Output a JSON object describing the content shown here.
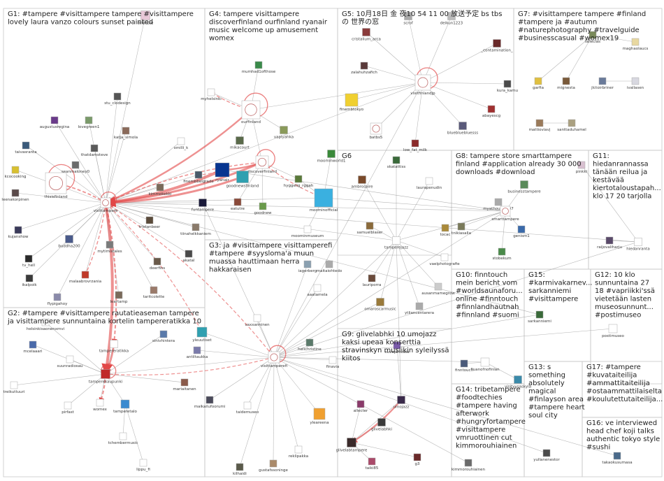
{
  "groups": [
    {
      "id": "G1",
      "lines": [
        "G1: #tampere #visittampere tampere #visittampere",
        "lovely laura vanzo colours sunset painted"
      ]
    },
    {
      "id": "G2",
      "lines": [
        "G2: #tampere #visittampere rautatieaseman tampere",
        "ja visittampere sunnuntaina kortelin tampereratikka 10"
      ]
    },
    {
      "id": "G3",
      "lines": [
        "G3: ja #visittampere visittamperefi",
        "#tampere #syysloma'a muun",
        "muassa hauttimaan herra",
        "hakkaraisen"
      ]
    },
    {
      "id": "G4",
      "lines": [
        "G4: tampere visittampere",
        "discoverfinland ourfinland ryanair",
        "music welcome up amusement",
        "womex"
      ]
    },
    {
      "id": "G5",
      "lines": [
        "G5: 10月18日 金 夜10 54 11 00 放送予定 bs tbs",
        "の 世界の窓"
      ]
    },
    {
      "id": "G6",
      "lines": [
        "G6"
      ]
    },
    {
      "id": "G7",
      "lines": [
        "G7: #visittampere tampere #finland",
        "#tampere ja #autumn",
        "#naturephotography #travelguide",
        "#businesscasual #womex19"
      ]
    },
    {
      "id": "G8",
      "lines": [
        "G8: tampere store smarttampere",
        "finland #application already 30 000",
        "downloads #download"
      ]
    },
    {
      "id": "G9",
      "lines": [
        "G9: glivelabhki 10 umojazz",
        "kaksi upeaa konserttia",
        "stravinskyn musiikin syleilyssä",
        "kiitos"
      ]
    },
    {
      "id": "G10",
      "lines": [
        "G10: finntouch",
        "mein bericht vom",
        "#worldsaunaforu...",
        "online #finntouch",
        "#finnlandhautnah",
        "#finnland #suomi"
      ]
    },
    {
      "id": "G11",
      "lines": [
        "G11:",
        "hiedanrannassa",
        "tänään reilua ja",
        "kestävää",
        "kiertotaloustapah...",
        "klo 17 20 tarjolla"
      ]
    },
    {
      "id": "G12",
      "lines": [
        "G12: 10 klo",
        "sunnuntaina 27",
        "18 #vapriikki'ssä",
        "vietetään lasten",
        "museosunnunt...",
        "#postimuseo"
      ]
    },
    {
      "id": "G13",
      "lines": [
        "G13: s",
        "something",
        "absolutely",
        "magical",
        "#finlayson area",
        "#tampere heart",
        "soul city"
      ]
    },
    {
      "id": "G14",
      "lines": [
        "G14: tribetampere",
        "#foodtechies",
        "#tampere having",
        "afterwork",
        "#hungryfortampere",
        "#visittampere",
        "vmruottinen cut",
        "kimmorouhiainen"
      ]
    },
    {
      "id": "G15",
      "lines": [
        "G15:",
        "#karmivakarnev...",
        "sarkanniemi",
        "#visittampere"
      ]
    },
    {
      "id": "G16",
      "lines": [
        "G16: ve interviewed",
        "head chef koji talks",
        "authentic tokyo style",
        "#sushi"
      ]
    },
    {
      "id": "G17",
      "lines": [
        "G17: #tampere",
        "#kuvataiteilija",
        "#ammattitaiteilija",
        "#ostaammattilaiselta",
        "#koulutettutaiteilija..."
      ]
    }
  ],
  "nodes": [
    {
      "id": "dribbble",
      "label": "dribbble",
      "color": "#e8c8d8"
    },
    {
      "id": "stu_clodesign",
      "label": "stu_clodesign",
      "color": "#555555"
    },
    {
      "id": "augustusregina",
      "label": "augustusregina",
      "color": "#6a3a8a"
    },
    {
      "id": "lovegreen1",
      "label": "lovegreen1",
      "color": "#7a9a6a"
    },
    {
      "id": "katja_simola",
      "label": "katja_simola",
      "color": "#8a6a5a"
    },
    {
      "id": "thatdamsteve",
      "label": "thatdamsteve",
      "color": "#5a5a5a"
    },
    {
      "id": "xmilli_k",
      "label": "xmilli_k",
      "color": "#ffffff"
    },
    {
      "id": "taivasranta",
      "label": "taivasranta",
      "color": "#3a5a7a"
    },
    {
      "id": "seanmaloney0",
      "label": "seanmaloney0",
      "color": "#6a6a6a"
    },
    {
      "id": "kcocooking",
      "label": "kcocooking",
      "color": "#d8c030"
    },
    {
      "id": "thisisfinland",
      "label": "thisisfinland",
      "color": "#ffffff"
    },
    {
      "id": "leenakorpinen",
      "label": "leenakorpinen",
      "color": "#5a4a4a"
    },
    {
      "id": "visittampere",
      "label": "visittampere",
      "color": "#ffffff"
    },
    {
      "id": "kimmokekki",
      "label": "kimmokekki",
      "color": "#7a6a5a"
    },
    {
      "id": "kujanshow",
      "label": "kujanshow",
      "color": "#3a3a5a"
    },
    {
      "id": "buddha200",
      "label": "buddha200",
      "color": "#4a5a8a"
    },
    {
      "id": "mytimistales",
      "label": "mytimistales",
      "color": "#7a7a7a"
    },
    {
      "id": "tv_hell",
      "label": "tv_hell",
      "color": "#2a2a2a"
    },
    {
      "id": "malaabrovrzania",
      "label": "malaabrovrzania",
      "color": "#c03a2a"
    },
    {
      "id": "tristanbeer",
      "label": "tristanbeer",
      "color": "#5a4a3a"
    },
    {
      "id": "tiinahelkkaniem",
      "label": "tiinahelkkaniem",
      "color": "#8a7a6a"
    },
    {
      "id": "ikalpoik",
      "label": "ikalpoik",
      "color": "#3a3a3a"
    },
    {
      "id": "deerfins",
      "label": "deerfins",
      "color": "#6a5a4a"
    },
    {
      "id": "akatal",
      "label": "akatal",
      "color": "#4a4a4a"
    },
    {
      "id": "flypigahoy",
      "label": "flypigahoy",
      "color": "#8a8aaa"
    },
    {
      "id": "leartamp",
      "label": "leartamp",
      "color": "#7a6a5a"
    },
    {
      "id": "taritcolette",
      "label": "taritcolette",
      "color": "#9a7a6a"
    },
    {
      "id": "funtampere",
      "label": "funtampere",
      "color": "#1a1a3a"
    },
    {
      "id": "myhelsinki",
      "label": "myhelsinki",
      "color": "#ffffff"
    },
    {
      "id": "ourfinland",
      "label": "ourfinland",
      "color": "#ffffff"
    },
    {
      "id": "mumhad1ofthose",
      "label": "mumhad1ofthose",
      "color": "#3a8a4a"
    },
    {
      "id": "vaplyahka",
      "label": "vaplyahka",
      "color": "#8a9a5a"
    },
    {
      "id": "mikacourt",
      "label": "mikacourt",
      "color": "#5a6a4a"
    },
    {
      "id": "discoverfinland",
      "label": "discoverfinland",
      "color": "#ffffff"
    },
    {
      "id": "finembbelgrade",
      "label": "finembbelgrade",
      "color": "#4a5a6a"
    },
    {
      "id": "ryanair",
      "label": "ryanair",
      "color": "#073590"
    },
    {
      "id": "goodnewsfinland",
      "label": "goodnewsfinland",
      "color": "#30a0b0"
    },
    {
      "id": "hyggelig_rggah",
      "label": "hyggelig_rggah",
      "color": "#5a7a3a"
    },
    {
      "id": "eatutre",
      "label": "eatutre",
      "color": "#8a4a3a"
    },
    {
      "id": "goodnew",
      "label": "goodnew",
      "color": "#6a9a4a"
    },
    {
      "id": "moominmuseum",
      "label": "moominmuseum",
      "color": "#ffffff"
    },
    {
      "id": "moominworld1",
      "label": "moominworld1",
      "color": "#3a8a3a"
    },
    {
      "id": "moominofficial",
      "label": "moominofficial",
      "color": "#3ab0e0"
    },
    {
      "id": "cristalium_arca",
      "label": "cristalium_arca",
      "color": "#8a3a3a"
    },
    {
      "id": "scrof",
      "label": "scrof",
      "color": "#aaaaaa"
    },
    {
      "id": "deikun1223",
      "label": "deikun1223",
      "color": "#bbbbbb"
    },
    {
      "id": "zalahuhzafich",
      "label": "zalahuhzafich",
      "color": "#5a3a3a"
    },
    {
      "id": "contamination",
      "label": "_contamination_",
      "color": "#6a2a2a"
    },
    {
      "id": "finembtokyo",
      "label": "finembtokyo",
      "color": "#f0d030"
    },
    {
      "id": "visitfinlandjp",
      "label": "visitfinlandjp",
      "color": "#ffffff"
    },
    {
      "id": "kura_kamu",
      "label": "kura_kamu",
      "color": "#4a4a4a"
    },
    {
      "id": "abayescg",
      "label": "abayescg",
      "color": "#a03030"
    },
    {
      "id": "bsbs5",
      "label": "batbs5",
      "color": "#ffffff"
    },
    {
      "id": "blueblueblues",
      "label": "bluebluebluesss",
      "color": "#5a5a7a"
    },
    {
      "id": "low_fat_milk",
      "label": "low_fat_milk",
      "color": "#8a2a2a"
    },
    {
      "id": "skatattiss",
      "label": "skatattiss",
      "color": "#3a6a3a"
    },
    {
      "id": "ambrosaire",
      "label": "ambrosaire",
      "color": "#7a4a2a"
    },
    {
      "id": "laurapenudin",
      "label": "laurapenudin",
      "color": "#ffffff"
    },
    {
      "id": "samuelblaser",
      "label": "samuelblaser",
      "color": "#8a6a3a"
    },
    {
      "id": "tamperejazz",
      "label": "tamperejazz",
      "color": "#ffffff"
    },
    {
      "id": "lauriporra",
      "label": "lauriporra",
      "color": "#6a4a3a"
    },
    {
      "id": "omaroscarmusic",
      "label": "omaroscarmusic",
      "color": "#9a7a3a"
    },
    {
      "id": "ytliancentarera",
      "label": "ytliancentarera",
      "color": "#aaaaaa"
    },
    {
      "id": "ausanmamegrow",
      "label": "ausanmamegrow",
      "color": "#cccccc"
    },
    {
      "id": "vaelphotografie",
      "label": "vaelphotografie",
      "color": "#ffffff"
    },
    {
      "id": "maitaiohtedo",
      "label": "maitaiohtedo",
      "color": "#aaaaaa"
    },
    {
      "id": "myathours2007",
      "label": "myathours2007",
      "color": "#aaaaaa"
    },
    {
      "id": "businesstampere",
      "label": "businesstampere",
      "color": "#5a8a5a"
    },
    {
      "id": "smarttampere",
      "label": "smarttampere",
      "color": "#ffffff"
    },
    {
      "id": "genism1",
      "label": "genism1",
      "color": "#3a6aaa"
    },
    {
      "id": "tocac",
      "label": "tocac",
      "color": "#aa8a3a"
    },
    {
      "id": "tnikiasalla",
      "label": "tnikiasalla",
      "color": "#7a7a5a"
    },
    {
      "id": "stobekum",
      "label": "stobekum",
      "color": "#4a8a4a"
    },
    {
      "id": "garfia",
      "label": "garfia",
      "color": "#e0c040"
    },
    {
      "id": "mignesta",
      "label": "mignesta",
      "color": "#7a5a3a"
    },
    {
      "id": "jlctoirbriner",
      "label": "jlctoirbriner",
      "color": "#6a7a9a"
    },
    {
      "id": "ivallasen",
      "label": "ivallasen",
      "color": "#d8d8e0"
    },
    {
      "id": "lalleclas",
      "label": "lalleclas",
      "color": "#7a8a5a"
    },
    {
      "id": "maghaolaucs",
      "label": "maghaolaucs",
      "color": "#e8d8a0"
    },
    {
      "id": "mattioviavj",
      "label": "mattioviavj",
      "color": "#9a7a5a"
    },
    {
      "id": "santtaduhamel",
      "label": "santtaduhamel",
      "color": "#aaa080"
    },
    {
      "id": "raijovaliharju",
      "label": "raijovaliharju",
      "color": "#5a4a6a"
    },
    {
      "id": "hiedanranta",
      "label": "hiedanranta",
      "color": "#ffffff"
    },
    {
      "id": "pinkki",
      "label": "pinkki",
      "color": "#d8c0d0"
    },
    {
      "id": "sarkanniemi",
      "label": "sarkanniemi",
      "color": "#3a6a3a"
    },
    {
      "id": "postimuseo",
      "label": "postimuseo",
      "color": "#ffffff"
    },
    {
      "id": "finntouch",
      "label": "finntouch",
      "color": "#4a5a7a"
    },
    {
      "id": "fiuanofnofinlan",
      "label": "fiuanofnofinlan",
      "color": "#ffffff"
    },
    {
      "id": "visityvsaskyla",
      "label": "visityvsaskyla",
      "color": "#3a8aaa"
    },
    {
      "id": "yullanenestor",
      "label": "yullanenestor",
      "color": "#4a4a4a"
    },
    {
      "id": "kimmorouhiainen",
      "label": "kimmorouhiainen",
      "color": "#6a6a6a"
    },
    {
      "id": "helsinkisaonenxmvi",
      "label": "helsinkisaonenxmvi",
      "color": "#ffffff"
    },
    {
      "id": "mcelaaari",
      "label": "mcelaaari",
      "color": "#4a6aaa"
    },
    {
      "id": "tampereratikka",
      "label": "tampereratikka",
      "color": "#ffffff"
    },
    {
      "id": "sinivhintera",
      "label": "sinivhintera",
      "color": "#5a7aaa"
    },
    {
      "id": "suunradiosau",
      "label": "suunradiosau",
      "color": "#ffffff"
    },
    {
      "id": "tamperekaupunki",
      "label": "tamperekaupunki",
      "color": "#c02a2a"
    },
    {
      "id": "treikuttuuri",
      "label": "treikuttuuri",
      "color": "#ffffff"
    },
    {
      "id": "pirfast",
      "label": "pirfast",
      "color": "#ffffff"
    },
    {
      "id": "womex",
      "label": "womex",
      "color": "#ffffff"
    },
    {
      "id": "tamperetalo",
      "label": "tamperetalo",
      "color": "#3a8ad0"
    },
    {
      "id": "tchembermusic",
      "label": "tchembermusic",
      "color": "#ffffff"
    },
    {
      "id": "lippu_fi",
      "label": "lippu_fi",
      "color": "#ffffff"
    },
    {
      "id": "uutiset",
      "label": "yleuutiset",
      "color": "#30a0b0"
    },
    {
      "id": "antiltaukka",
      "label": "antiltaukka",
      "color": "#7a7aaa"
    },
    {
      "id": "mariaitanen",
      "label": "mariaitanen",
      "color": "#8a5a4a"
    },
    {
      "id": "maikailufoorumi",
      "label": "maikailufoorumi",
      "color": "#4a4a5a"
    },
    {
      "id": "vaxxanninen",
      "label": "vaxxanninen",
      "color": "#ffffff"
    },
    {
      "id": "visittamperefi",
      "label": "visittamperefi",
      "color": "#ffffff"
    },
    {
      "id": "helichristine",
      "label": "helichristine",
      "color": "#5a7a6a"
    },
    {
      "id": "finavia",
      "label": "finavia",
      "color": "#ffffff"
    },
    {
      "id": "aaatamela",
      "label": "aaatamela",
      "color": "#ffffff"
    },
    {
      "id": "taidemuseo",
      "label": "taidemuseo",
      "color": "#ffffff"
    },
    {
      "id": "yleareena",
      "label": "yleareena",
      "color": "#f0a030"
    },
    {
      "id": "kilhaidi",
      "label": "kilhaidi",
      "color": "#5a5a4a"
    },
    {
      "id": "gustafssoninge",
      "label": "gustafssoninge",
      "color": "#aa8a6a"
    },
    {
      "id": "reklipakka",
      "label": "reklipakka",
      "color": "#ffffff"
    },
    {
      "id": "iagerberg",
      "label": "iagerberg",
      "color": "#8aa0b0"
    },
    {
      "id": "suvapirkkala",
      "label": "suvapirkkala",
      "color": "#7a5aaa"
    },
    {
      "id": "glivelabhki",
      "label": "glivelabhki",
      "color": "#3a3a3a"
    },
    {
      "id": "umojazz",
      "label": "umojazz",
      "color": "#3a2a4a"
    },
    {
      "id": "allecter",
      "label": "allecter",
      "color": "#8a3a6a"
    },
    {
      "id": "glivelabtampere",
      "label": "glivelabtampere",
      "color": "#3a2a2a"
    },
    {
      "id": "taiki85",
      "label": "taiki85",
      "color": "#aa4a6a"
    },
    {
      "id": "g3",
      "label": "g3",
      "color": "#6a2a2a"
    },
    {
      "id": "takaokusumasa",
      "label": "takaokusumasa",
      "color": "#4a6a8a"
    }
  ]
}
